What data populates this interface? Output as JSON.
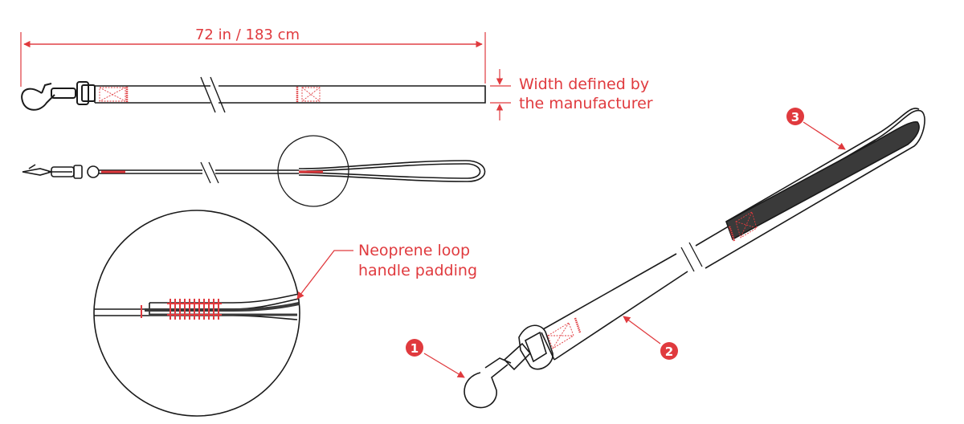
{
  "colors": {
    "accent": "#e03a3e",
    "line": "#1a1a1a",
    "padding": "#3a3a3a",
    "background": "#ffffff"
  },
  "dimensions": {
    "length": "72 in / 183 cm",
    "width_line1": "Width defined by",
    "width_line2": "the manufacturer"
  },
  "callouts": {
    "neoprene_line1": "Neoprene loop",
    "neoprene_line2": "handle padding"
  },
  "markers": [
    "1",
    "2",
    "3"
  ]
}
